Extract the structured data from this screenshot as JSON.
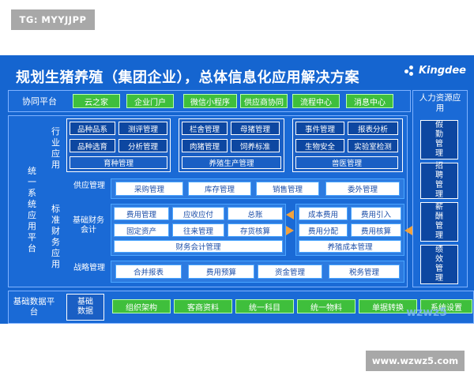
{
  "top_tag": "TG: MYYJJPP",
  "bottom_tag": "www.wzwz5.com",
  "slide": {
    "title": "规划生猪养殖（集团企业），总体信息化应用解决方案",
    "logo_text": "Kingdee",
    "collab": {
      "label": "协同平台",
      "items": [
        "云之家",
        "企业门户",
        "微信小程序",
        "供应商协同",
        "流程中心",
        "消息中心"
      ]
    },
    "hr": {
      "label": "人力资源应用",
      "items": [
        "假勤管理",
        "招聘管理",
        "薪酬管理",
        "绩效管理"
      ]
    },
    "left_vertical": "统一系统应用平台",
    "industry_label": "行业应用",
    "standard_label": "标准财务应用",
    "breeding": {
      "items": [
        "品种品系",
        "测评管理",
        "品种选育",
        "分析管理"
      ],
      "footer": "育种管理"
    },
    "production": {
      "items": [
        "栏舍管理",
        "母猪管理",
        "肉猪管理",
        "饲养标准"
      ],
      "footer": "养殖生产管理"
    },
    "vet": {
      "items": [
        "事件管理",
        "报表分析",
        "生物安全",
        "实验室检测"
      ],
      "footer": "兽医管理"
    },
    "supply": {
      "label": "供应管理",
      "items": [
        "采购管理",
        "库存管理",
        "销售管理",
        "委外管理"
      ]
    },
    "finance": {
      "label": "基础财务会计",
      "items": [
        "费用管理",
        "应收应付",
        "总账",
        "固定资产",
        "往来管理",
        "存货核算"
      ],
      "footer": "财务会计管理"
    },
    "cost": {
      "items": [
        "成本费用",
        "费用引入",
        "费用分配",
        "费用核算"
      ],
      "footer": "养殖成本管理"
    },
    "strategy": {
      "label": "战略管理",
      "items": [
        "合并报表",
        "费用预算",
        "资金管理",
        "税务管理"
      ]
    },
    "basedata": {
      "label": "基础数据平台",
      "sub_label": "基础数据",
      "items": [
        "组织架构",
        "客商资料",
        "统一科目",
        "统一物料",
        "单据转换",
        "系统设置"
      ]
    },
    "watermark": "wzwz5"
  }
}
